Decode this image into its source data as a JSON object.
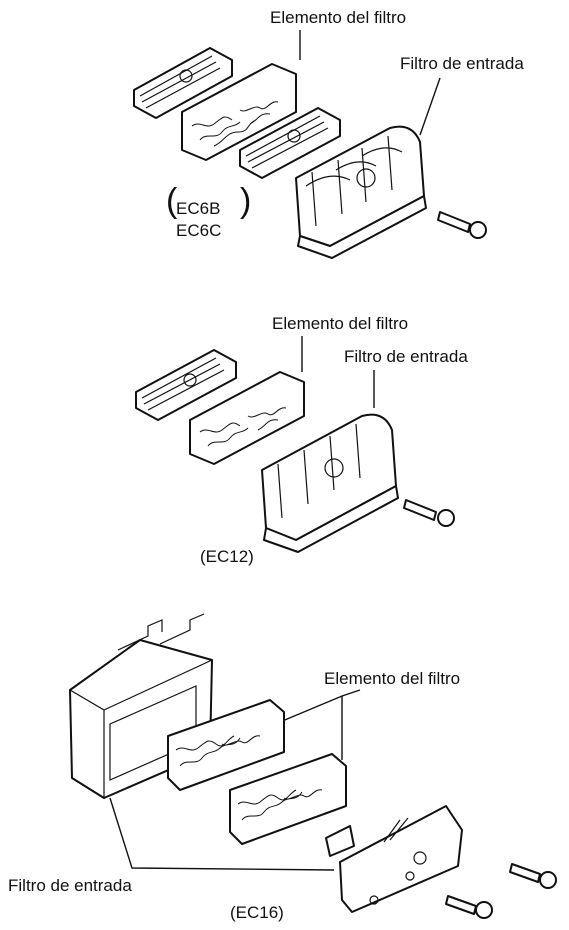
{
  "figures": [
    {
      "model": "",
      "model_lines": [
        "EC6B",
        "EC6C"
      ],
      "labels": {
        "element": "Elemento del filtro",
        "filter": "Filtro de entrada"
      }
    },
    {
      "model": "(EC12)",
      "labels": {
        "element": "Elemento del filtro",
        "filter": "Filtro de entrada"
      }
    },
    {
      "model": "(EC16)",
      "labels": {
        "element": "Elemento del filtro",
        "filter": "Filtro de entrada"
      }
    }
  ]
}
